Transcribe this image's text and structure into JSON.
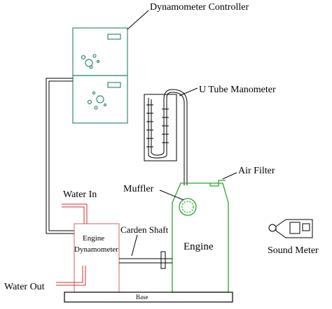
{
  "labels": {
    "dynamometer_controller": "Dynamometer Controller",
    "u_tube_manometer": "U Tube Manometer",
    "air_filter": "Air Filter",
    "muffler": "Muffler",
    "water_in": "Water In",
    "carden_shaft": "Carden Shaft",
    "engine_dynamometer_line1": "Engine",
    "engine_dynamometer_line2": "Dynamometer",
    "engine": "Engine",
    "sound_meter": "Sound Meter",
    "water_out": "Water Out",
    "base": "Base"
  },
  "colors": {
    "controller": "#2e8b7a",
    "manometer": "#000000",
    "engine": "#2aa52a",
    "dynamometer": "#d08080",
    "water_pipes": "#d03030",
    "lines": "#000000"
  }
}
